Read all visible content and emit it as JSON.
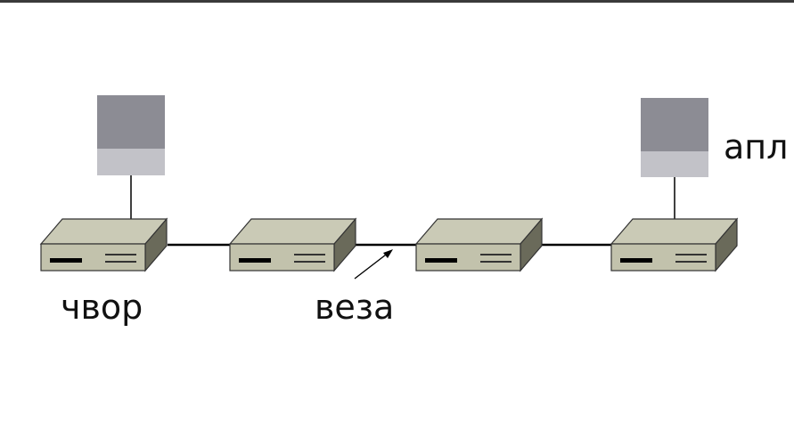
{
  "labels": {
    "node": "чвор",
    "link": "веза",
    "application": "апл"
  },
  "colors": {
    "router_top": "#cacab6",
    "router_front": "#c2c2ac",
    "router_side": "#6a6a5a",
    "router_outline": "#333333",
    "host_top": "#8c8c94",
    "host_bottom": "#c2c2c8",
    "line": "#000000"
  },
  "diagram": {
    "routers": [
      "router-1",
      "router-2",
      "router-3",
      "router-4"
    ],
    "hosts": [
      "host-left",
      "host-right"
    ]
  }
}
